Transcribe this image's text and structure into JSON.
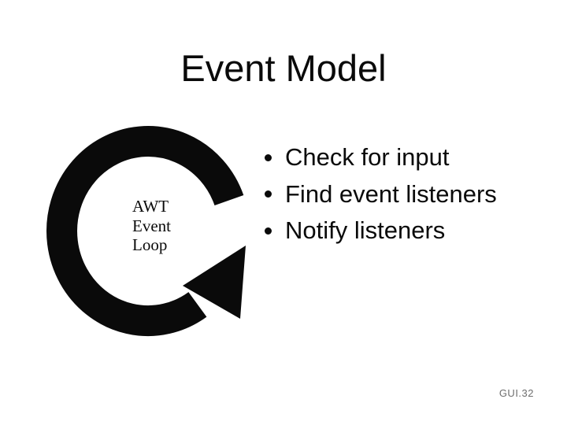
{
  "slide": {
    "title": "Event Model",
    "bullets": [
      "Check for input",
      "Find event listeners",
      "Notify listeners"
    ],
    "loop_label": {
      "lines": [
        "AWT",
        "Event",
        "Loop"
      ]
    },
    "footer": "GUI.32",
    "icons": {
      "loop_arrow": "circular-arrow-counterclockwise"
    },
    "colors": {
      "background": "#ffffff",
      "ink": "#0a0a0a",
      "footer_text": "#6e6e6e"
    }
  }
}
